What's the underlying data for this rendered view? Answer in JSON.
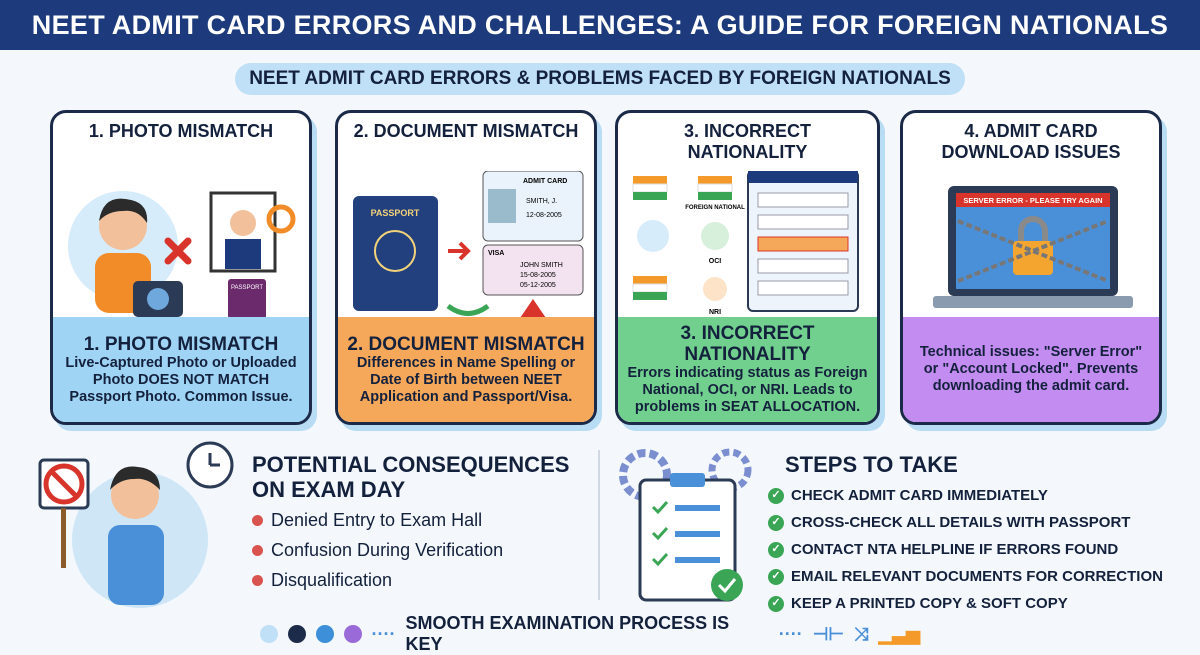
{
  "title": "NEET ADMIT CARD ERRORS AND CHALLENGES: A GUIDE FOR FOREIGN NATIONALS",
  "subtitle": "NEET ADMIT CARD ERRORS & PROBLEMS FACED BY FOREIGN NATIONALS",
  "cards": [
    {
      "heading": "1. PHOTO MISMATCH",
      "foot_title": "1. PHOTO MISMATCH",
      "foot_text": "Live-Captured Photo or Uploaded Photo DOES NOT MATCH Passport Photo. Common Issue.",
      "color": "#9fd4f5",
      "illustration_labels": [
        "PASSPORT"
      ]
    },
    {
      "heading": "2. DOCUMENT MISMATCH",
      "foot_title": "2. DOCUMENT MISMATCH",
      "foot_text": "Differences in Name Spelling or Date of Birth between NEET Application and Passport/Visa.",
      "color": "#f6a85a",
      "illustration_labels": [
        "PASSPORT",
        "ADMIT CARD",
        "SMITH, J.",
        "12-08-2005",
        "VISA",
        "JOHN SMITH",
        "15-08-2005",
        "05-12-2005"
      ]
    },
    {
      "heading": "3. INCORRECT NATIONALITY",
      "foot_title": "3. INCORRECT NATIONALITY",
      "foot_text": "Errors indicating status as Foreign National, OCI, or NRI. Leads to problems in SEAT ALLOCATION.",
      "color": "#72d08f",
      "illustration_labels": [
        "FOREIGN NATIONAL",
        "OCI",
        "NRI"
      ]
    },
    {
      "heading": "4. ADMIT CARD DOWNLOAD ISSUES",
      "foot_title": "",
      "foot_text": "Technical issues: \"Server Error\" or \"Account Locked\". Prevents downloading the admit card.",
      "color": "#c38cf0",
      "illustration_labels": [
        "SERVER ERROR - PLEASE TRY AGAIN"
      ]
    }
  ],
  "consequences": {
    "title": "POTENTIAL CONSEQUENCES ON EXAM DAY",
    "items": [
      "Denied Entry to Exam Hall",
      "Confusion During Verification",
      "Disqualification"
    ]
  },
  "steps": {
    "title": "STEPS TO TAKE",
    "items": [
      "CHECK ADMIT CARD IMMEDIATELY",
      "CROSS-CHECK ALL DETAILS WITH PASSPORT",
      "CONTACT NTA HELPLINE IF ERRORS FOUND",
      "EMAIL RELEVANT DOCUMENTS FOR CORRECTION",
      "KEEP A PRINTED COPY & SOFT COPY"
    ]
  },
  "footer": {
    "text": "SMOOTH EXAMINATION PROCESS IS KEY",
    "dots": "····"
  }
}
